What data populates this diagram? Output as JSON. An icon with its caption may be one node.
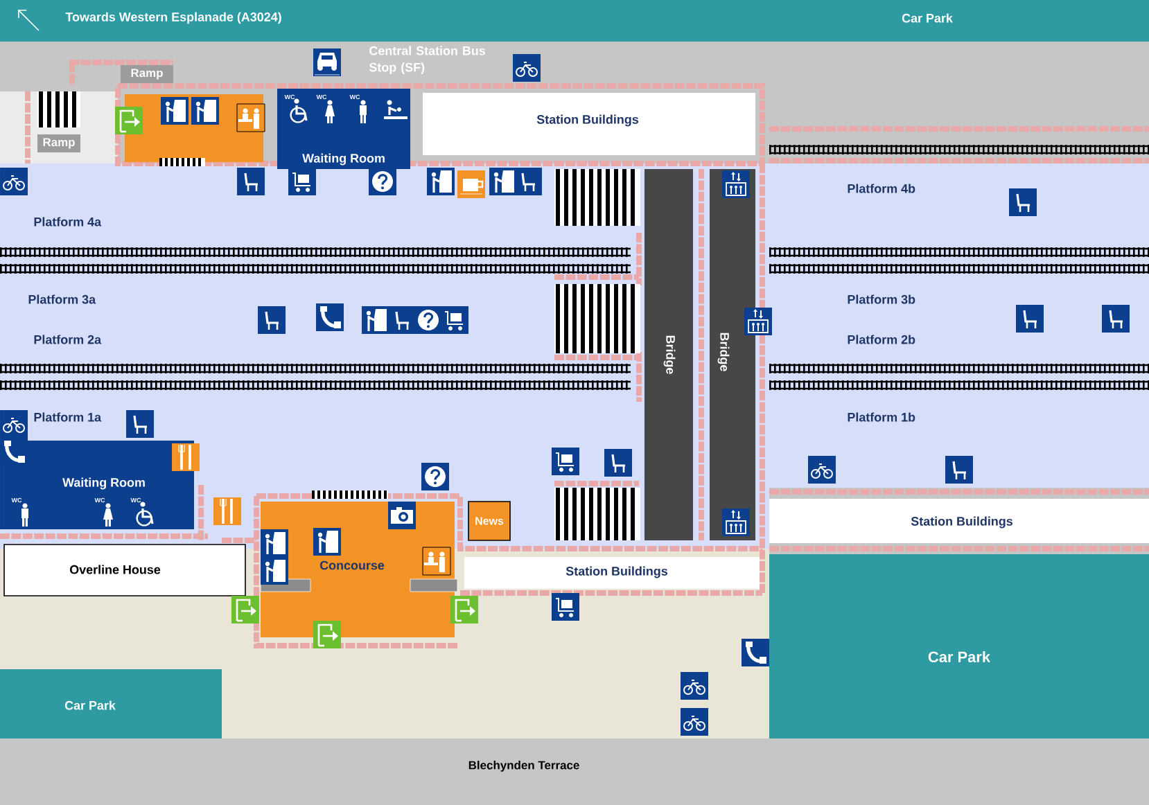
{
  "diagram": {
    "nodes": [
      {
        "text": [
          "Towards Western Esplanade (A3024)",
          "Car Park"
        ]
      },
      {
        "text": [
          "Ramp"
        ]
      },
      {
        "text": [],
        "shape": "box"
      },
      {
        "text": [
          "Waiting Room"
        ]
      },
      {
        "text": [
          "Station Buildings"
        ]
      },
      {
        "text": [
          "Ramp"
        ]
      },
      {
        "text": [
          "Bridge"
        ]
      },
      {
        "text": [
          "Bridge"
        ]
      },
      {
        "text": [
          "Waiting Room"
        ]
      },
      {
        "text": [
          "Station Buildings"
        ]
      },
      {
        "text": [
          "News"
        ]
      },
      {
        "text": [
          "Concourse"
        ]
      },
      {
        "text": [
          "Station Buildings"
        ]
      },
      {
        "text": [
          "Overline House"
        ]
      },
      {
        "text": [
          "Car Park"
        ]
      },
      {
        "text": [
          "Car Park"
        ]
      },
      {
        "text": [
          "Blechynden Terrace"
        ]
      }
    ],
    "labels": [
      "Central Station Bus Stop (SF)",
      "WC",
      "WC",
      "WC",
      "Platform 4a",
      "Platform 4b",
      "Platform 3a",
      "Platform 3b",
      "Platform 2a",
      "Platform 2b",
      "Platform 1a",
      "Platform 1b",
      "WC",
      "WC",
      "WC"
    ]
  }
}
